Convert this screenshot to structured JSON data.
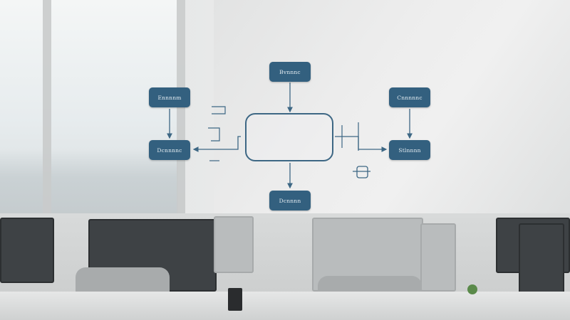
{
  "diagram": {
    "nodes": [
      {
        "id": "top",
        "label": "Bvnnnc"
      },
      {
        "id": "left_top",
        "label": "Ennnnm"
      },
      {
        "id": "left_bottom",
        "label": "Dcnnnnc"
      },
      {
        "id": "right_top",
        "label": "Cnnnnnc"
      },
      {
        "id": "right_bottom",
        "label": "Stlnnnn"
      },
      {
        "id": "bottom",
        "label": "Dcnnnn"
      }
    ],
    "center": {
      "label": ""
    },
    "colors": {
      "node_fill": "#33607f",
      "line": "#3d6784"
    }
  }
}
